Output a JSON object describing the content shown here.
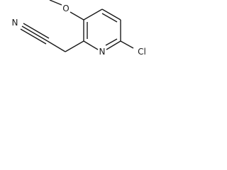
{
  "molecule": {
    "atoms": {
      "nitrile_n": "N",
      "methoxy_o": "O",
      "ring_n": "N",
      "chlorine": "Cl"
    }
  }
}
